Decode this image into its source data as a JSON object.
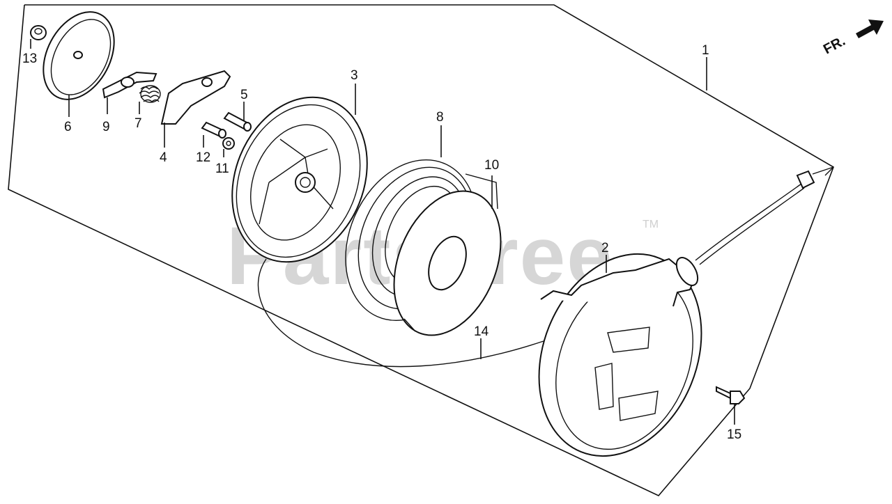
{
  "watermark": "PartsTree",
  "trademark": "TM",
  "direction_label": "FR.",
  "labels": {
    "p1": "1",
    "p2": "2",
    "p3": "3",
    "p4": "4",
    "p5": "5",
    "p6": "6",
    "p7": "7",
    "p8": "8",
    "p9": "9",
    "p10": "10",
    "p11": "11",
    "p12": "12",
    "p13": "13",
    "p14": "14",
    "p15": "15"
  }
}
